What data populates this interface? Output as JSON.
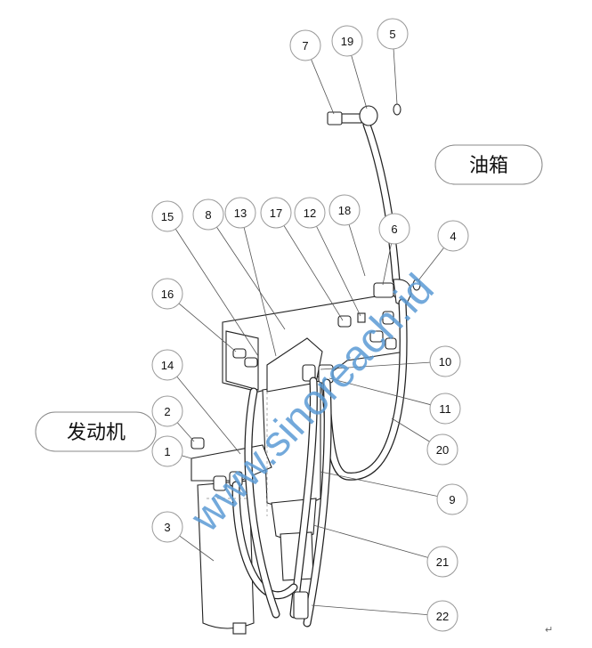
{
  "diagram": {
    "callouts": [
      "7",
      "19",
      "5",
      "15",
      "8",
      "13",
      "17",
      "12",
      "18",
      "6",
      "4",
      "16",
      "10",
      "11",
      "14",
      "2",
      "1",
      "20",
      "9",
      "3",
      "21",
      "22"
    ],
    "labels": {
      "tank": "油箱",
      "engine": "发动机"
    },
    "watermark": "www.sinoreach.id",
    "paragraph_mark": "↵",
    "colors": {
      "watermark": "#5b9bd5",
      "line": "#222222"
    }
  }
}
